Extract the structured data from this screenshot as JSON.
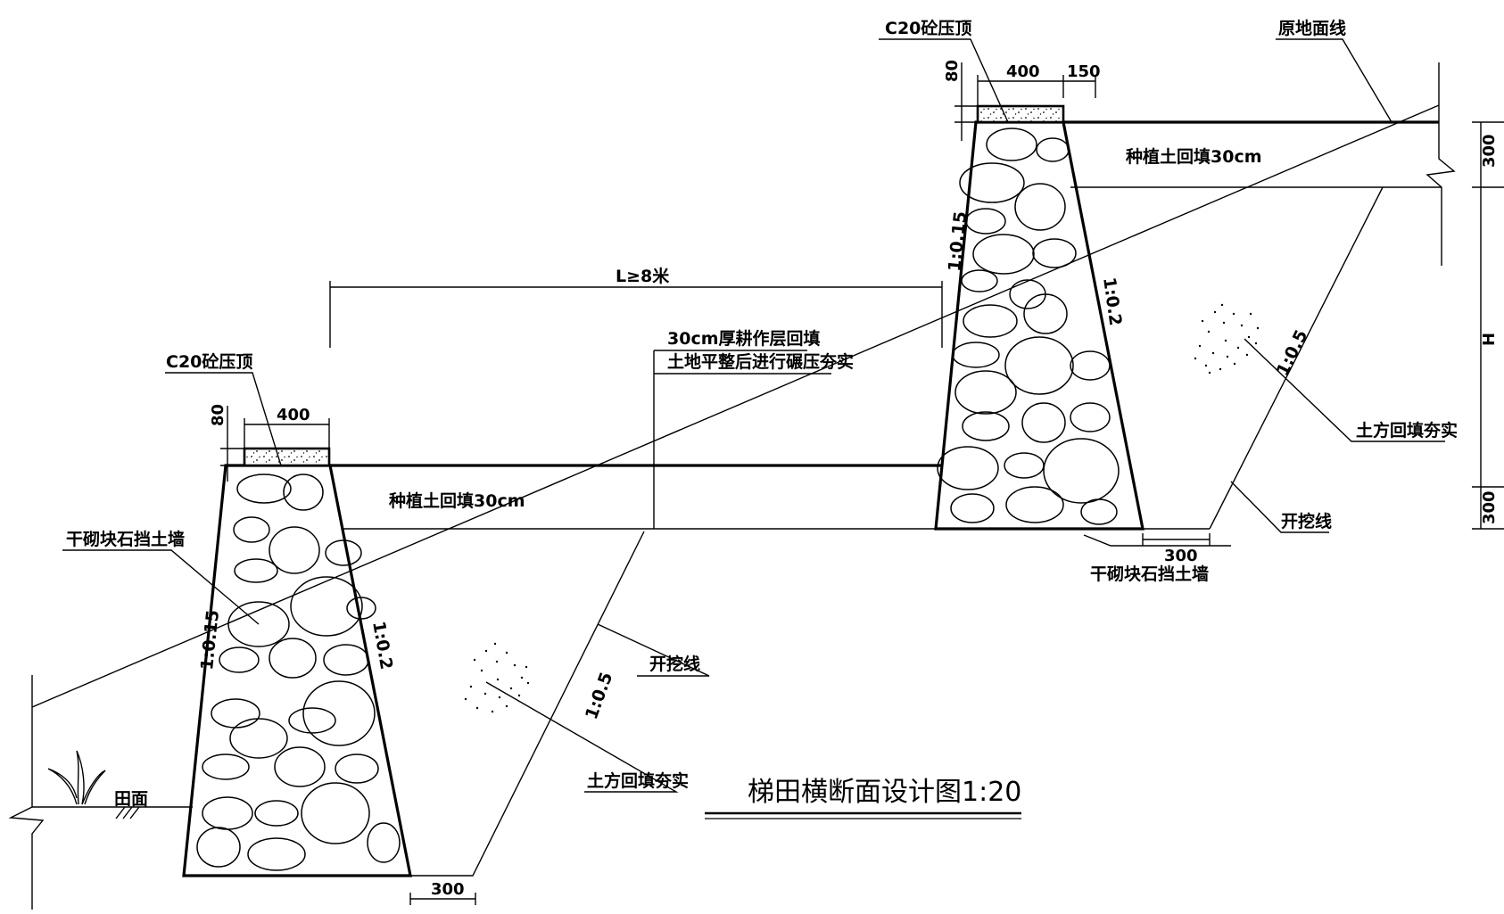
{
  "title": "梯田横断面设计图1:20",
  "labels": {
    "cap_upper": "C20砼压顶",
    "cap_lower": "C20砼压顶",
    "original_ground": "原地面线",
    "planting_upper": "种植土回填30cm",
    "planting_lower": "种植土回填30cm",
    "length": "L≥8米",
    "tillage_line1": "30cm厚耕作层回填",
    "tillage_line2": "土地平整后进行碾压夯实",
    "wall_upper": "干砌块石挡土墙",
    "wall_lower": "干砌块石挡土墙",
    "backfill_upper": "土方回填夯实",
    "backfill_lower": "土方回填夯实",
    "excavation_upper": "开挖线",
    "excavation_lower": "开挖线",
    "field": "田面",
    "slope_upper_left": "1:0.15",
    "slope_upper_right": "1:0.2",
    "slope_upper_cut": "1:0.5",
    "slope_lower_left": "1:0.15",
    "slope_lower_right": "1:0.2",
    "slope_lower_cut": "1:0.5"
  },
  "dimensions": {
    "upper_cap_width": "400",
    "upper_cap_offset": "150",
    "upper_cap_height": "80",
    "upper_right_300_top": "300",
    "upper_right_h": "H",
    "upper_right_300_bottom": "300",
    "upper_toe": "300",
    "lower_cap_width": "400",
    "lower_cap_height": "80",
    "lower_toe": "300"
  }
}
